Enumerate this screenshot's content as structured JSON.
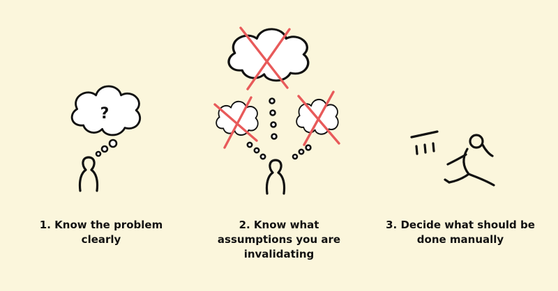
{
  "steps": [
    {
      "label": "1. Know the problem clearly",
      "icon": "question-thought-cloud-icon"
    },
    {
      "label": "2. Know what assumptions you are invalidating",
      "icon": "crossed-out-thought-clouds-icon"
    },
    {
      "label": "3. Decide what should be done manually",
      "icon": "running-person-icon"
    }
  ],
  "cloud_symbol": "?",
  "colors": {
    "background": "#fbf6dc",
    "ink": "#111111",
    "cross": "#e85a5a"
  }
}
